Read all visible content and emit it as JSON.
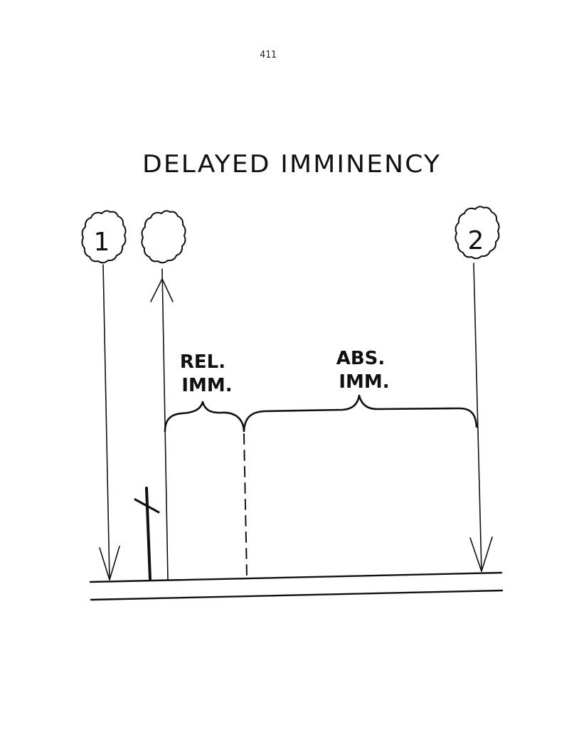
{
  "page": {
    "number": "411"
  },
  "diagram": {
    "title": "DELAYED IMMINENCY",
    "label_left_event": "1",
    "label_right_event": "2",
    "relative_label_line1": "REL.",
    "relative_label_line2": "IMM.",
    "absolute_label_line1": "ABS.",
    "absolute_label_line2": "IMM."
  }
}
